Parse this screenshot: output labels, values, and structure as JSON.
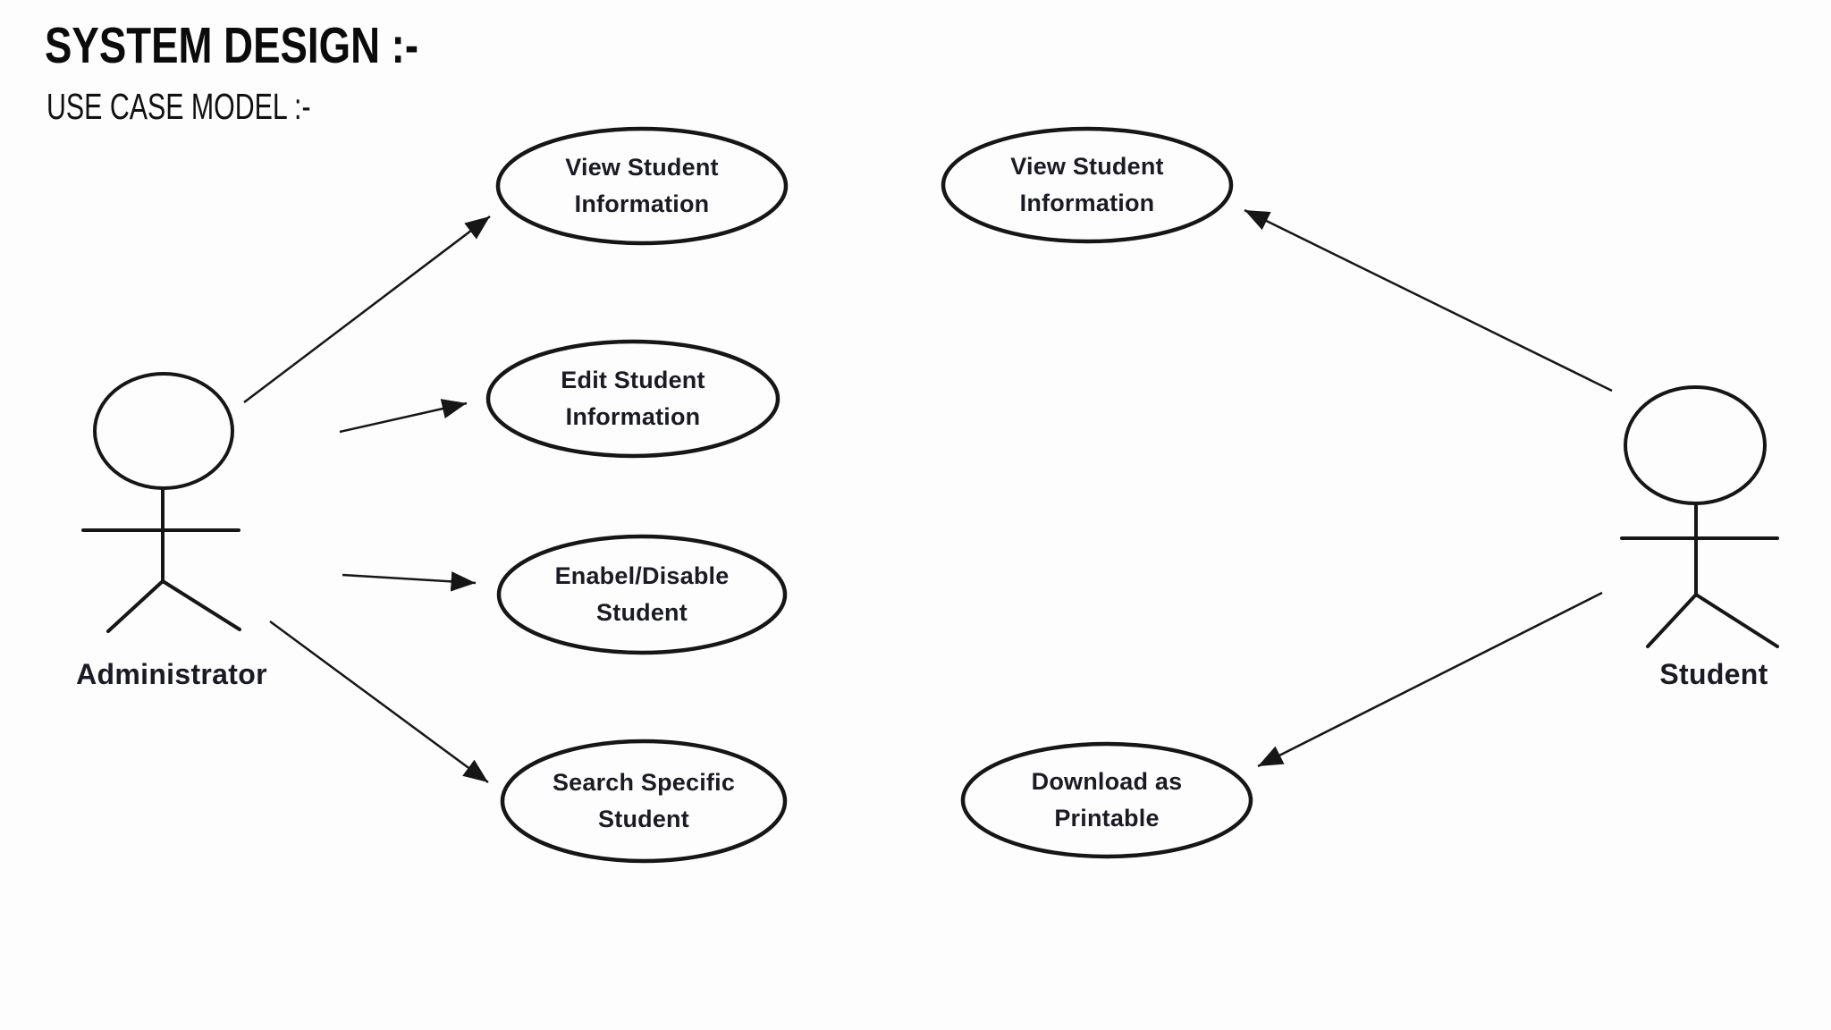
{
  "page": {
    "title": "SYSTEM DESIGN :-",
    "subtitle": "USE CASE MODEL :-"
  },
  "actors": [
    {
      "id": "administrator",
      "label": "Administrator"
    },
    {
      "id": "student",
      "label": "Student"
    }
  ],
  "use_cases": [
    {
      "id": "view-student-information-admin",
      "label": "View Student\nInformation",
      "actor": "administrator"
    },
    {
      "id": "edit-student-information",
      "label": "Edit Student\nInformation",
      "actor": "administrator"
    },
    {
      "id": "enable-disable-student",
      "label": "Enabel/Disable\nStudent",
      "actor": "administrator"
    },
    {
      "id": "search-specific-student",
      "label": "Search Specific\nStudent",
      "actor": "administrator"
    },
    {
      "id": "view-student-information-student",
      "label": "View Student\nInformation",
      "actor": "student"
    },
    {
      "id": "download-as-printable",
      "label": "Download as\nPrintable",
      "actor": "student"
    }
  ],
  "connections": [
    {
      "from": "administrator",
      "to": "view-student-information-admin"
    },
    {
      "from": "administrator",
      "to": "edit-student-information"
    },
    {
      "from": "administrator",
      "to": "enable-disable-student"
    },
    {
      "from": "administrator",
      "to": "search-specific-student"
    },
    {
      "from": "student",
      "to": "view-student-information-student"
    },
    {
      "from": "student",
      "to": "download-as-printable"
    }
  ],
  "colors": {
    "ink": "#161616",
    "text": "#1b1b26",
    "background": "#fdfdfd"
  }
}
